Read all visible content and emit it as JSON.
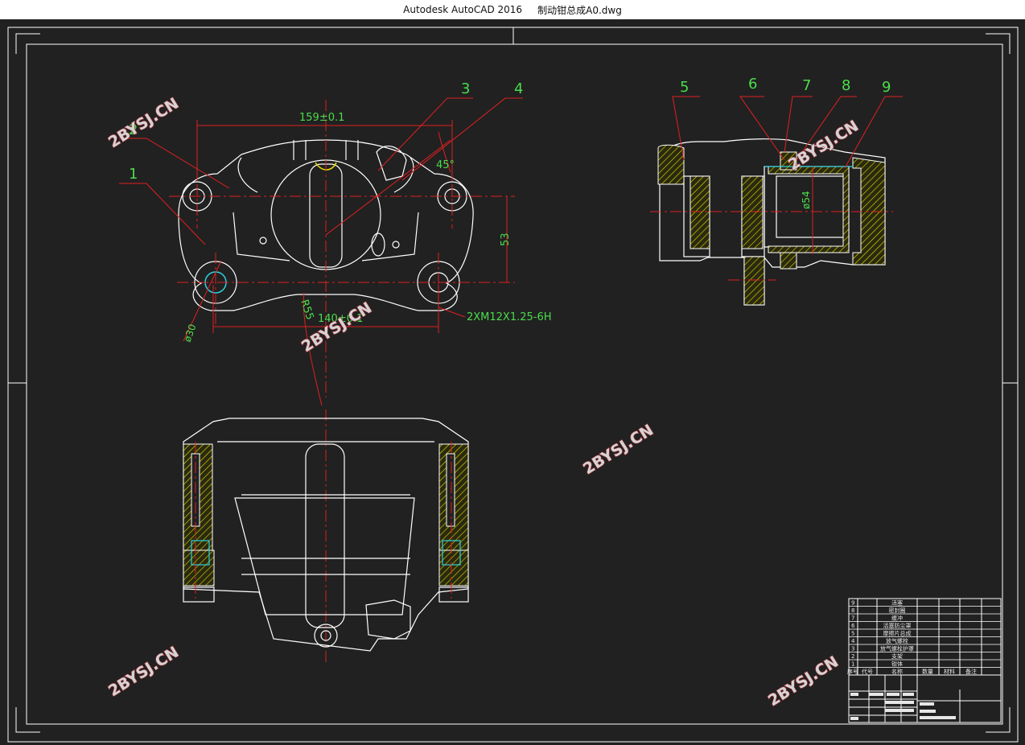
{
  "window": {
    "app": "Autodesk AutoCAD 2016",
    "file": "制动钳总成A0.dwg"
  },
  "colors": {
    "background": "#212121",
    "outline": "#ffffff",
    "leader": "#e02020",
    "dimension": "#4bdc4b",
    "hatch": "#e8e000",
    "centerline": "#e02020",
    "accent_cyan": "#30d0e0"
  },
  "balloons": [
    "1",
    "2",
    "3",
    "4",
    "5",
    "6",
    "7",
    "8",
    "9"
  ],
  "dimensions": {
    "top_span": "159±0.1",
    "bottom_span": "140±0.1",
    "vertical": "53",
    "angle": "45°",
    "radius": "R55",
    "hole_dia": "ø30",
    "thread": "2XM12X1.25-6H",
    "bore_dia": "ø54"
  },
  "watermark": "2BYSJ.CN",
  "bom": [
    {
      "no": "9",
      "name": "活塞"
    },
    {
      "no": "8",
      "name": "密封圈"
    },
    {
      "no": "7",
      "name": "缓冲"
    },
    {
      "no": "6",
      "name": "活塞防尘罩"
    },
    {
      "no": "5",
      "name": "摩擦片总成"
    },
    {
      "no": "4",
      "name": "放气螺栓"
    },
    {
      "no": "3",
      "name": "放气螺栓护罩"
    },
    {
      "no": "2",
      "name": "支架"
    },
    {
      "no": "1",
      "name": "钳体"
    }
  ],
  "bom_header": [
    "序号",
    "代号",
    "名称",
    "数量",
    "材料",
    "备注"
  ]
}
